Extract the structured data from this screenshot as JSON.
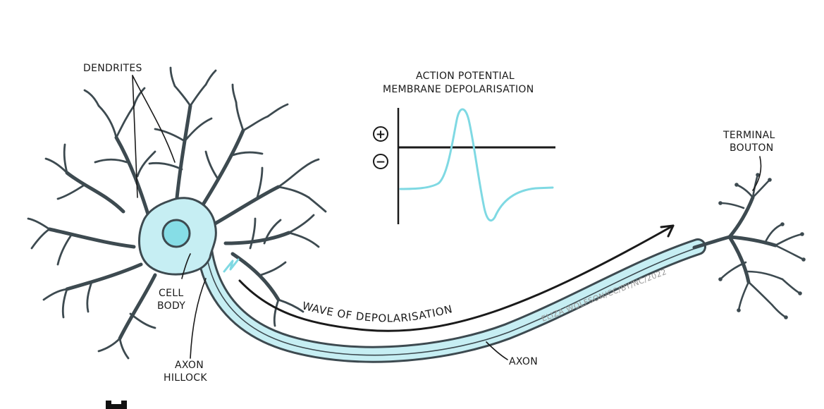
{
  "labels": {
    "dendrites": "DENDRITES",
    "cell_body_1": "CELL",
    "cell_body_2": "BODY",
    "axon_hillock_1": "AXON",
    "axon_hillock_2": "HILLOCK",
    "axon": "AXON",
    "terminal_1": "TERMINAL",
    "terminal_2": "BOUTON",
    "wave": "WAVE OF DEPOLARISATION",
    "watermark": "ELIZA WOLFSON/CC/BY/NC/2022"
  },
  "inset": {
    "title_1": "ACTION POTENTIAL",
    "title_2": "MEMBRANE DEPOLARISATION",
    "plus": "+",
    "minus": "−"
  },
  "colors": {
    "cell_fill": "#c6eef3",
    "nucleus": "#86dde6",
    "membrane": "#3d4a50",
    "trace": "#7fd9e3",
    "ink": "#1a1a1a"
  }
}
